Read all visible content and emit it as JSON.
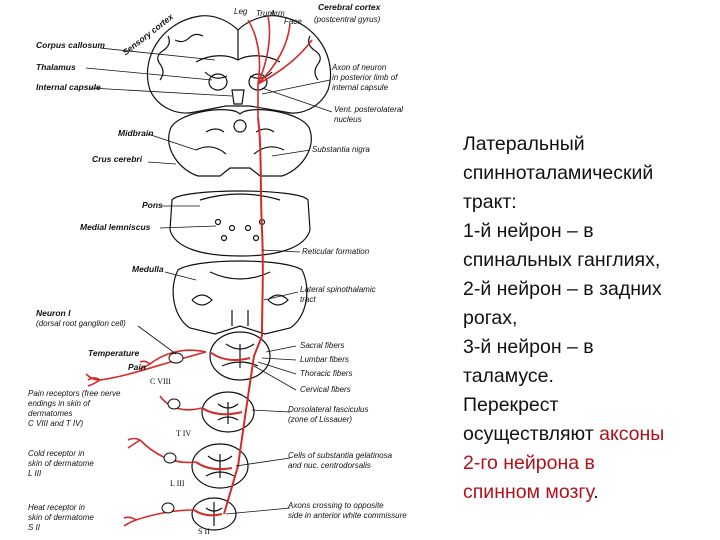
{
  "diagram": {
    "labels": {
      "sensory_cortex": "Sensory cortex",
      "leg": "Leg",
      "trunk": "Trunk",
      "face": "Face",
      "arm": "Arm",
      "cerebral_cortex": "Cerebral cortex",
      "postcentral_gyrus": "(postcentral gyrus)",
      "corpus_callosum": "Corpus callosum",
      "thalamus": "Thalamus",
      "internal_capsule": "Internal capsule",
      "axon_line1": "Axon of neuron",
      "axon_line2": "in posterior limb of",
      "axon_line3": "internal capsule",
      "vent_line1": "Vent. posterolateral",
      "vent_line2": "nucleus",
      "midbrain": "Midbrain",
      "crus_cerebri": "Crus cerebri",
      "substantia_nigra": "Substantia nigra",
      "pons": "Pons",
      "medial_lemniscus": "Medial lemniscus",
      "reticular_formation": "Reticular formation",
      "medulla": "Medulla",
      "lateral_line1": "Lateral spinothalamic",
      "lateral_line2": "tract",
      "neuron1_line1": "Neuron I",
      "neuron1_line2": "(dorsal root ganglion cell)",
      "temperature": "Temperature",
      "pain": "Pain",
      "c8": "C VIII",
      "sacral": "Sacral fibers",
      "lumbar": "Lumbar fibers",
      "thoracic": "Thoracic fibers",
      "cervical": "Cervical fibers",
      "pain_rec_1": "Pain receptors (free nerve",
      "pain_rec_2": "endings in skin of",
      "pain_rec_3": "dermatomes",
      "pain_rec_4": "C VIII and T IV)",
      "t4": "T IV",
      "dorsolateral_1": "Dorsolateral fasciculus",
      "dorsolateral_2": "(zone of Lissauer)",
      "cold_1": "Cold receptor in",
      "cold_2": "skin of dermatome",
      "cold_3": "L III",
      "l3": "L III",
      "cells_1": "Cells of substantia gelatinosa",
      "cells_2": "and nuc. centrodorsalis",
      "heat_1": "Heat receptor in",
      "heat_2": "skin of dermatome",
      "heat_3": "S II",
      "axons_1": "Axons crossing to opposite",
      "axons_2": "side in anterior white commissure",
      "s2": "S II"
    }
  },
  "text_panel": {
    "lines": [
      "Латеральный",
      "спинноталамический",
      "тракт:",
      "1-й нейрон – в",
      "спинальных ганглиях,",
      "2-й нейрон – в задних",
      "рогах,",
      "3-й нейрон – в",
      "таламусе.",
      "Перекрест"
    ],
    "line11_before": "осуществляют ",
    "line11_red": "аксоны",
    "line12_red": "2-го нейрона в",
    "line13_red": "спинном мозгу",
    "line13_after": "."
  },
  "colors": {
    "tract_red": "#d42a2a",
    "text_red": "#b0111a",
    "ink": "#111111"
  }
}
